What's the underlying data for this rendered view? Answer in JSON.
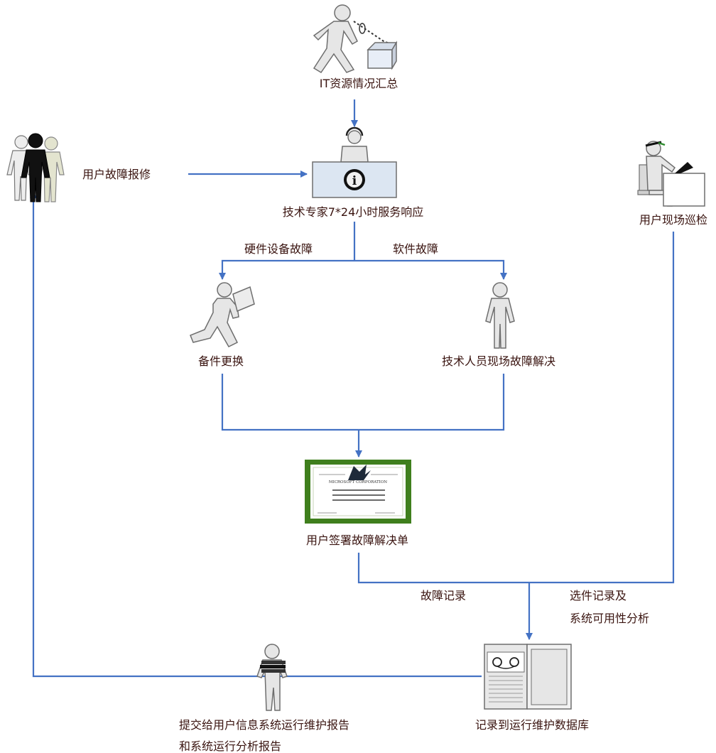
{
  "nodes": {
    "it_summary": "IT资源情况汇总",
    "fault_report": "用户故障报修",
    "expert_service": "技术专家7*24小时服务响应",
    "onsite_inspection": "用户现场巡检",
    "spare_replace": "备件更换",
    "onsite_resolve": "技术人员现场故障解决",
    "signed_form": "用户签署故障解决单",
    "database": "记录到运行维护数据库",
    "report_line1": "提交给用户信息系统运行维护报告",
    "report_line2": "和系统运行分析报告"
  },
  "edges": {
    "hardware": "硬件设备故障",
    "software": "软件故障",
    "fault_record": "故障记录",
    "selected_line1": "选件记录及",
    "selected_line2": "系统可用性分析"
  },
  "certificate": {
    "company": "MICROSOFT CORPORATION"
  },
  "colors": {
    "arrow": "#4472c4",
    "text": "#3a1410",
    "certificate_border": "#3f7f1d",
    "icon_fill": "#e6e6e6",
    "icon_stroke": "#6e6e6e"
  }
}
